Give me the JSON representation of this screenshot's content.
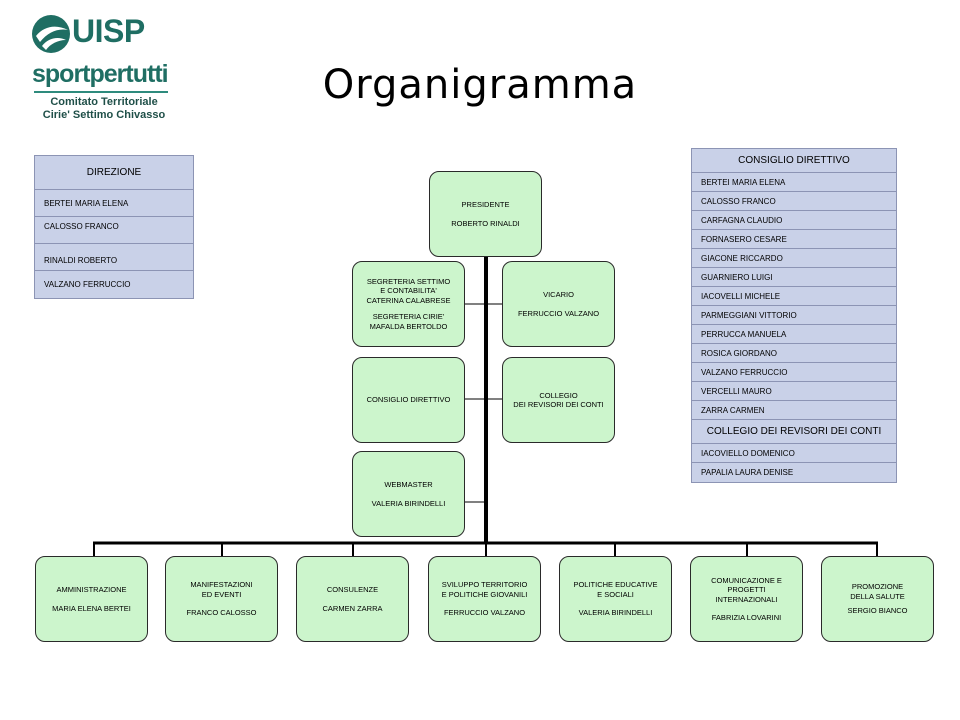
{
  "logo": {
    "brand": "UISP",
    "tagline": "sportpertutti",
    "line1": "Comitato Territoriale",
    "line2": "Cirie' Settimo Chivasso"
  },
  "title": "Organigramma",
  "direzione": {
    "header": "DIREZIONE",
    "rows": [
      "BERTEI MARIA ELENA",
      "CALOSSO FRANCO",
      "RINALDI ROBERTO",
      "VALZANO FERRUCCIO"
    ]
  },
  "consiglio_direttivo": {
    "header": "CONSIGLIO DIRETTIVO",
    "rows": [
      "BERTEI MARIA ELENA",
      "CALOSSO FRANCO",
      "CARFAGNA CLAUDIO",
      "FORNASERO CESARE",
      "GIACONE RICCARDO",
      "GUARNIERO LUIGI",
      "IACOVELLI MICHELE",
      "PARMEGGIANI VITTORIO",
      "PERRUCCA MANUELA",
      "ROSICA GIORDANO",
      "VALZANO FERRUCCIO",
      "VERCELLI MAURO",
      "ZARRA CARMEN"
    ]
  },
  "collegio_revisori": {
    "header": "COLLEGIO DEI REVISORI DEI CONTI",
    "rows": [
      "IACOVIELLO DOMENICO",
      "PAPALIA LAURA DENISE"
    ]
  },
  "org": {
    "presidente": {
      "role": "PRESIDENTE",
      "name": "ROBERTO RINALDI"
    },
    "segreteria": {
      "role1a": "SEGRETERIA SETTIMO",
      "role1b": "E CONTABILITA'",
      "name1": "CATERINA CALABRESE",
      "role2": "SEGRETERIA CIRIE'",
      "name2": "MAFALDA BERTOLDO"
    },
    "vicario": {
      "role": "VICARIO",
      "name": "FERRUCCIO VALZANO"
    },
    "consiglio": {
      "role": "CONSIGLIO DIRETTIVO"
    },
    "collegio": {
      "role1": "COLLEGIO",
      "role2": "DEI REVISORI DEI CONTI"
    },
    "webmaster": {
      "role": "WEBMASTER",
      "name": "VALERIA BIRINDELLI"
    },
    "areas": [
      {
        "lines": [
          "AMMINISTRAZIONE"
        ],
        "name": "MARIA ELENA BERTEI"
      },
      {
        "lines": [
          "MANIFESTAZIONI",
          "ED EVENTI"
        ],
        "name": "FRANCO CALOSSO"
      },
      {
        "lines": [
          "CONSULENZE"
        ],
        "name": "CARMEN ZARRA"
      },
      {
        "lines": [
          "SVILUPPO TERRITORIO",
          "E POLITICHE GIOVANILI"
        ],
        "name": "FERRUCCIO VALZANO"
      },
      {
        "lines": [
          "POLITICHE EDUCATIVE",
          "E SOCIALI"
        ],
        "name": "VALERIA BIRINDELLI"
      },
      {
        "lines": [
          "COMUNICAZIONE E",
          "PROGETTI",
          "INTERNAZIONALI"
        ],
        "name": "FABRIZIA LOVARINI"
      },
      {
        "lines": [
          "PROMOZIONE",
          "DELLA SALUTE"
        ],
        "name": "SERGIO BIANCO"
      }
    ]
  },
  "colors": {
    "box_fill": "#ccf5cc",
    "table_fill": "#c9d1e8",
    "brand": "#1f6e63"
  }
}
